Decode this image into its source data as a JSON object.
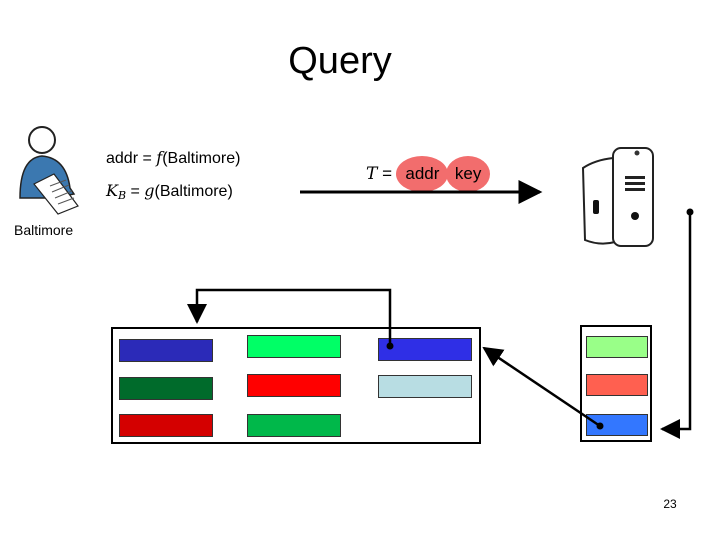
{
  "title": "Query",
  "user": {
    "label": "Baltimore",
    "formula_addr": {
      "lhs": "addr",
      "fn": "f",
      "arg": "Baltimore"
    },
    "formula_key": {
      "lhs": "K",
      "lhs_sub": "B",
      "fn": "g",
      "arg": "Baltimore"
    }
  },
  "message": {
    "var": "T",
    "tuple_open": "(",
    "item1": "addr",
    "sep": ",",
    "item2": "key",
    "tuple_close": ")"
  },
  "server_table": {
    "rows": [
      [
        "#2b2ab8",
        "#00ff66",
        "#2f2fe6"
      ],
      [
        "#006b2b",
        "#ff0000",
        "#b8dde3"
      ],
      [
        "#d40000",
        "#00b84a",
        ""
      ]
    ]
  },
  "side_list": [
    "#99ff88",
    "#ff6050",
    "#3377ff"
  ],
  "colors": {
    "highlight": "#f26d6d",
    "person_shirt": "#3b78b0"
  },
  "page_number": "23"
}
